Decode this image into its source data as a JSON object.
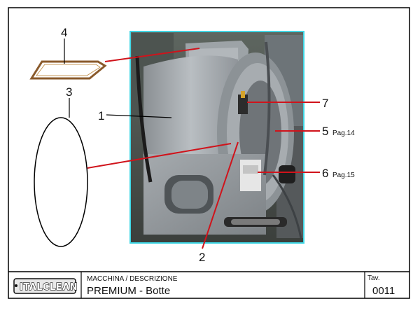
{
  "callouts": {
    "c1": "1",
    "c2": "2",
    "c3": "3",
    "c4": "4",
    "c5": "5",
    "c5_ref": "Pag.14",
    "c6": "6",
    "c6_ref": "Pag.15",
    "c7": "7"
  },
  "title_block": {
    "logo_text": "ITALCLEAN",
    "machine_label": "MACCHINA / DESCRIZIONE",
    "machine_title": "PREMIUM - Botte",
    "table_label": "Tav.",
    "table_code": "0011"
  },
  "colors": {
    "leader_red": "#d0131b",
    "photo_border": "#3fd6e4",
    "gasket_brown": "#8a5a2b",
    "frame": "#000000"
  }
}
